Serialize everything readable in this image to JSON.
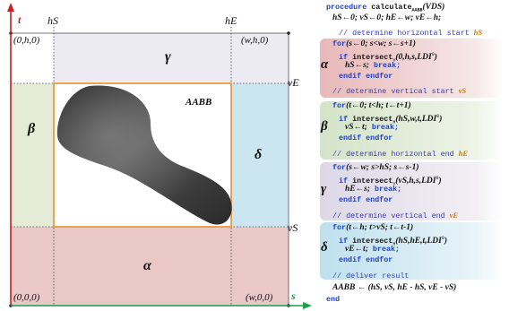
{
  "diagram": {
    "axis_t": "t",
    "axis_s": "s",
    "h_s": "hS",
    "h_e": "hE",
    "v_e": "vE",
    "v_s": "vS",
    "corner_top_left": "(0,h,0)",
    "corner_top_right": "(w,h,0)",
    "corner_bottom_left": "(0,0,0)",
    "corner_bottom_right": "(w,0,0)",
    "region_gamma": "γ",
    "region_beta": "β",
    "region_delta": "δ",
    "region_alpha": "α",
    "aabb_label": "AABB",
    "colors": {
      "alpha": "#ebc8c8",
      "beta": "#e4ecd8",
      "gamma": "#eceaf2",
      "delta": "#cbe6f0",
      "aabb_border": "#e8902a",
      "axis": "#c82020",
      "axis_s": "#18a04a",
      "object": "#4a4a4a"
    }
  },
  "code": {
    "l1_kw": "procedure",
    "l1_name": "calculate",
    "l1_sub": "AABB",
    "l1_arg": "(VDS)",
    "l2": "hS←0; vS←0; hE←w; vE←h;",
    "c_alpha": "// determine horizontal start",
    "c_alpha_var": "hS",
    "a_for": "for",
    "a_for_expr": "(s←0; s<w; s←s+1)",
    "a_if": "if",
    "a_call": "intersect",
    "a_call_sub": "V",
    "a_args": "(0,h,s,LDI",
    "a_args_sup": "0",
    "a_args_end": ")",
    "a_assign": "hS←s;",
    "a_break": "break;",
    "a_end": "endif endfor",
    "c_beta": "// determine vertical start",
    "c_beta_var": "vS",
    "b_for": "for",
    "b_for_expr": "(t←0; t<h; t←t+1)",
    "b_if": "if",
    "b_call": "intersect",
    "b_call_sub": "H",
    "b_args": "(hS,w,t,LDI",
    "b_args_sup": "0",
    "b_args_end": ")",
    "b_assign": "vS←t;",
    "b_break": "break;",
    "b_end": "endif endfor",
    "c_gamma": "// determine horizontal end",
    "c_gamma_var": "hE",
    "g_for": "for",
    "g_for_expr": "(s←w; s>hS; s←s-1)",
    "g_if": "if",
    "g_call": "intersect",
    "g_call_sub": "V",
    "g_args": "(vS,h,s,LDI",
    "g_args_sup": "0",
    "g_args_end": ")",
    "g_assign": "hE←s;",
    "g_break": "break;",
    "g_end": "endif endfor",
    "c_delta": "// determine vertical end",
    "c_delta_var": "vE",
    "d_for": "for",
    "d_for_expr": "(t←h; t>vS; t←t-1)",
    "d_if": "if",
    "d_call": "intersect",
    "d_call_sub": "H",
    "d_args": "(hS,hE,t,LDI",
    "d_args_sup": "0",
    "d_args_end": ")",
    "d_assign": "vE←t;",
    "d_break": "break;",
    "d_end": "endif endfor",
    "c_result": "// deliver result",
    "result": "AABB ← (hS, vS, hE - hS, vE - vS)",
    "end_kw": "end",
    "band_alpha": "α",
    "band_beta": "β",
    "band_gamma": "γ",
    "band_delta": "δ"
  }
}
